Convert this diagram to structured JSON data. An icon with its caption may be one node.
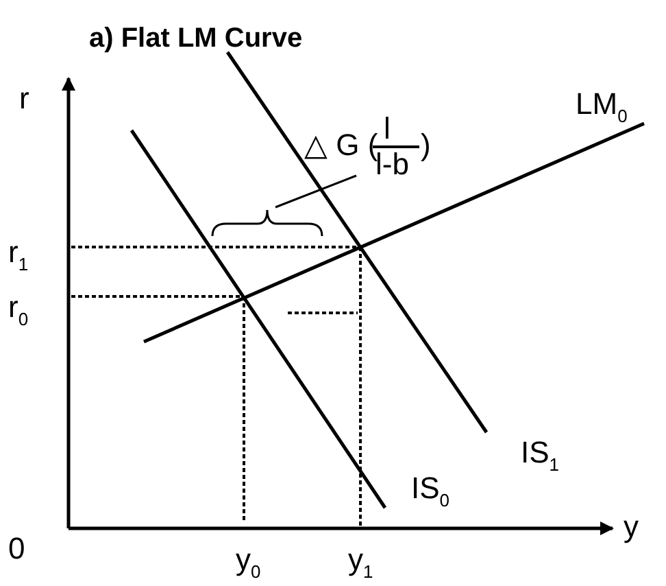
{
  "diagram": {
    "title": "a) Flat LM Curve",
    "nodes": [
      {
        "text": [
          "△ G (",
          "l",
          "l-b",
          ")"
        ]
      },
      {
        "text": [],
        "shape": "brace"
      }
    ],
    "edges": [
      {
        "from": 0,
        "to": 1,
        "arrow": "none"
      }
    ],
    "labels": [
      "r",
      "LM$_{0}$",
      "r$_{1}$",
      "r$_{0}$",
      "IS$_{1}$",
      "IS$_{0}$",
      "0",
      "y",
      "y$_{0}$",
      "y$_{1}$"
    ]
  }
}
